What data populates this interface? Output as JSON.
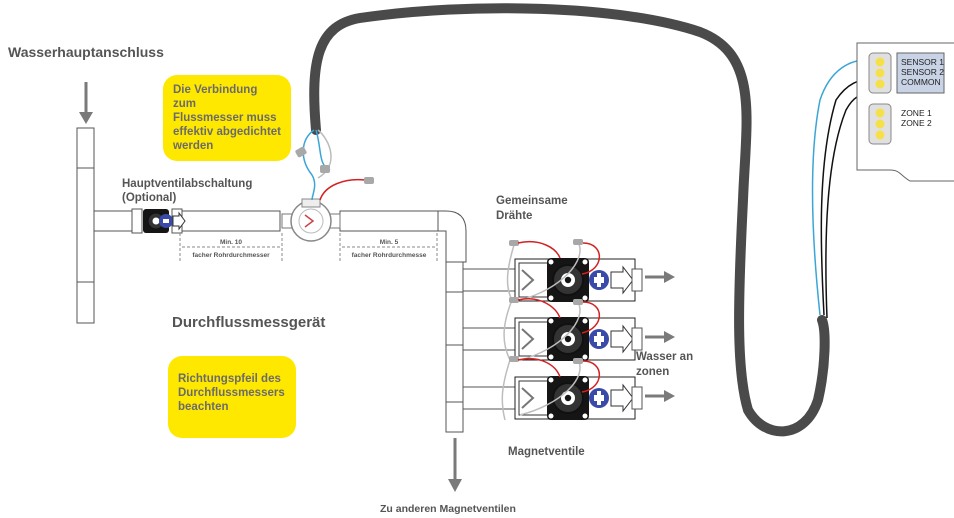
{
  "labels": {
    "main_connection": "Wasserhauptanschluss",
    "main_valve_line1": "Hauptventilabschaltung",
    "main_valve_line2": "(Optional)",
    "min10_line1": "Min. 10",
    "min10_line2": "facher Rohrdurchmesser",
    "min5_line1": "Min. 5",
    "min5_line2": "facher Rohrdurchmesse",
    "flow_meter": "Durchflussmessgerät",
    "common_wires_line1": "Gemeinsame",
    "common_wires_line2": "Drähte",
    "water_to_zones_line1": "Wasser an",
    "water_to_zones_line2": "zonen",
    "solenoid_valves": "Magnetventile",
    "to_other_valves": "Zu anderen Magnetventilen"
  },
  "callouts": {
    "seal_connection": [
      "Die Verbindung zum",
      "Flussmesser muss",
      "effektiv abgedichtet",
      "werden"
    ],
    "direction_arrow": [
      "Richtungspfeil des",
      "Durchflussmessers",
      "beachten"
    ]
  },
  "controller": {
    "sensor1": "SENSOR 1",
    "sensor2": "SENSOR 2",
    "common": "COMMON",
    "zone1": "ZONE 1",
    "zone2": "ZONE 2"
  },
  "colors": {
    "callout_fill": "#ffe800",
    "cable": "#4a4a4a",
    "wire_red": "#d42121",
    "wire_blue": "#3aa6d6",
    "valve_blue": "#3a4aa8",
    "arrow_gray": "#7a7a7a",
    "terminal_yellow": "#f6e04a",
    "text_gray": "#555555"
  }
}
